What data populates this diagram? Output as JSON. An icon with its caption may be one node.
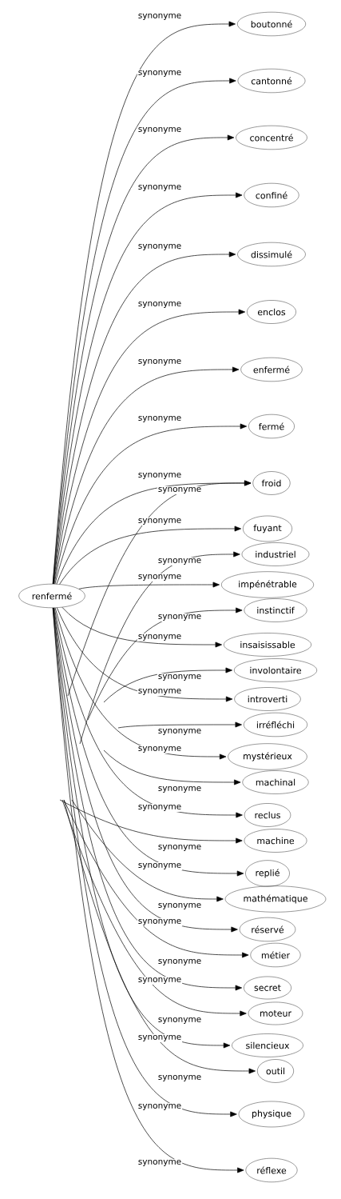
{
  "diagram": {
    "nodes": [
      {
        "text": [
          "renfermé"
        ]
      },
      {
        "text": [
          "boutonné"
        ]
      },
      {
        "text": [
          "cantonné"
        ]
      },
      {
        "text": [
          "concentré"
        ]
      },
      {
        "text": [
          "confiné"
        ]
      },
      {
        "text": [
          "dissimulé"
        ]
      },
      {
        "text": [
          "enclos"
        ]
      },
      {
        "text": [
          "enfermé"
        ]
      },
      {
        "text": [
          "fermé"
        ]
      },
      {
        "text": [
          "froid"
        ]
      },
      {
        "text": [
          "fuyant"
        ]
      },
      {
        "text": [
          "impénétrable"
        ]
      },
      {
        "text": [
          "insaisissable"
        ]
      },
      {
        "text": [
          "introverti"
        ]
      },
      {
        "text": [
          "mystérieux"
        ]
      },
      {
        "text": [
          "reclus"
        ]
      },
      {
        "text": [
          "replié"
        ]
      },
      {
        "text": [
          "réservé"
        ]
      },
      {
        "text": [
          "secret"
        ]
      },
      {
        "text": [
          "silencieux"
        ]
      },
      {
        "text": [
          "industriel"
        ]
      },
      {
        "text": [
          "instinctif"
        ]
      },
      {
        "text": [
          "involontaire"
        ]
      },
      {
        "text": [
          "irréfléchi"
        ]
      },
      {
        "text": [
          "machinal"
        ]
      },
      {
        "text": [
          "machine"
        ]
      },
      {
        "text": [
          "mathématique"
        ]
      },
      {
        "text": [
          "métier"
        ]
      },
      {
        "text": [
          "moteur"
        ]
      },
      {
        "text": [
          "outil"
        ]
      },
      {
        "text": [
          "physique"
        ]
      },
      {
        "text": [
          "réflexe"
        ]
      }
    ],
    "edges": [
      {
        "from": 0,
        "to": 1,
        "arrow": "to",
        "label": "synonyme"
      },
      {
        "from": 0,
        "to": 2,
        "arrow": "to",
        "label": "synonyme"
      },
      {
        "from": 0,
        "to": 3,
        "arrow": "to",
        "label": "synonyme"
      },
      {
        "from": 0,
        "to": 4,
        "arrow": "to",
        "label": "synonyme"
      },
      {
        "from": 0,
        "to": 5,
        "arrow": "to",
        "label": "synonyme"
      },
      {
        "from": 0,
        "to": 6,
        "arrow": "to",
        "label": "synonyme"
      },
      {
        "from": 0,
        "to": 7,
        "arrow": "to",
        "label": "synonyme"
      },
      {
        "from": 0,
        "to": 8,
        "arrow": "to",
        "label": "synonyme"
      },
      {
        "from": 0,
        "to": 9,
        "arrow": "to",
        "label": "synonyme"
      },
      {
        "from": 0,
        "to": 10,
        "arrow": "to",
        "label": "synonyme"
      },
      {
        "from": 0,
        "to": 11,
        "arrow": "to",
        "label": "synonyme"
      },
      {
        "from": 0,
        "to": 12,
        "arrow": "to",
        "label": "synonyme"
      },
      {
        "from": 0,
        "to": 13,
        "arrow": "to",
        "label": "synonyme"
      },
      {
        "from": 0,
        "to": 14,
        "arrow": "to",
        "label": "synonyme"
      },
      {
        "from": 0,
        "to": 15,
        "arrow": "to",
        "label": "synonyme"
      },
      {
        "from": 0,
        "to": 16,
        "arrow": "to",
        "label": "synonyme"
      },
      {
        "from": 0,
        "to": 17,
        "arrow": "to",
        "label": "synonyme"
      },
      {
        "from": 0,
        "to": 18,
        "arrow": "to",
        "label": "synonyme"
      },
      {
        "from": 0,
        "to": 19,
        "arrow": "to",
        "label": "synonyme"
      },
      {
        "from": null,
        "to": 9,
        "arrow": "to",
        "label": "synonyme"
      },
      {
        "from": null,
        "to": 20,
        "arrow": "to",
        "label": "synonyme"
      },
      {
        "from": null,
        "to": 21,
        "arrow": "to",
        "label": "synonyme"
      },
      {
        "from": null,
        "to": 22,
        "arrow": "to",
        "label": "synonyme"
      },
      {
        "from": null,
        "to": 23,
        "arrow": "to",
        "label": "synonyme"
      },
      {
        "from": null,
        "to": 24,
        "arrow": "to",
        "label": "synonyme"
      },
      {
        "from": null,
        "to": 25,
        "arrow": "to",
        "label": "synonyme"
      },
      {
        "from": null,
        "to": 26,
        "arrow": "to",
        "label": "synonyme"
      },
      {
        "from": null,
        "to": 27,
        "arrow": "to",
        "label": "synonyme"
      },
      {
        "from": null,
        "to": 28,
        "arrow": "to",
        "label": "synonyme"
      },
      {
        "from": null,
        "to": 29,
        "arrow": "to",
        "label": "synonyme"
      },
      {
        "from": 0,
        "to": 30,
        "arrow": "to",
        "label": "synonyme"
      },
      {
        "from": 0,
        "to": 31,
        "arrow": "to",
        "label": "synonyme"
      }
    ]
  }
}
